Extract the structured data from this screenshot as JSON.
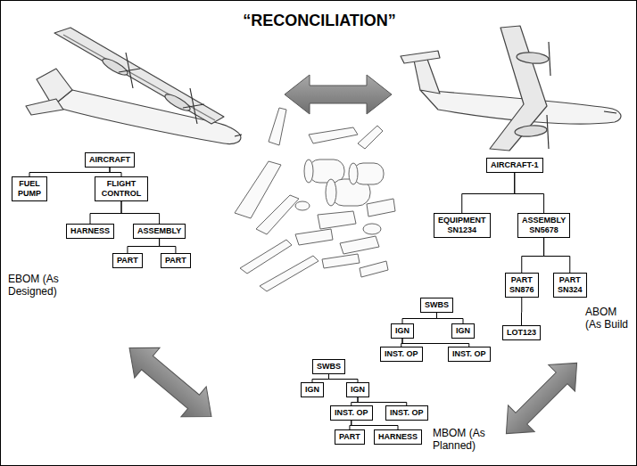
{
  "diagram": {
    "title": "“RECONCILIATION”",
    "nodes": [
      {
        "text": [
          "AIRCRAFT"
        ]
      },
      {
        "text": [
          "FUEL PUMP"
        ]
      },
      {
        "text": [
          "FLIGHT CONTROL"
        ]
      },
      {
        "text": [
          "HARNESS"
        ]
      },
      {
        "text": [
          "ASSEMBLY"
        ]
      },
      {
        "text": [
          "PART"
        ]
      },
      {
        "text": [
          "PART"
        ]
      },
      {
        "text": [
          "AIRCRAFT-1"
        ]
      },
      {
        "text": [
          "EQUIPMENT",
          "SN1234"
        ]
      },
      {
        "text": [
          "ASSEMBLY",
          "SN5678"
        ]
      },
      {
        "text": [
          "PART",
          "SN876"
        ]
      },
      {
        "text": [
          "PART",
          "SN324"
        ]
      },
      {
        "text": [
          "LOT123"
        ]
      },
      {
        "text": [
          "SWBS"
        ]
      },
      {
        "text": [
          "IGN"
        ]
      },
      {
        "text": [
          "IGN"
        ]
      },
      {
        "text": [
          "INST. OP"
        ]
      },
      {
        "text": [
          "INST. OP"
        ]
      },
      {
        "text": [
          "SWBS"
        ]
      },
      {
        "text": [
          "IGN"
        ]
      },
      {
        "text": [
          "IGN"
        ]
      },
      {
        "text": [
          "INST. OP"
        ]
      },
      {
        "text": [
          "INST. OP"
        ]
      },
      {
        "text": [
          "PART"
        ]
      },
      {
        "text": [
          "HARNESS"
        ]
      }
    ],
    "edges": [
      {
        "from": 0,
        "to": 1,
        "arrow": "none"
      },
      {
        "from": 0,
        "to": 2,
        "arrow": "none"
      },
      {
        "from": 2,
        "to": 3,
        "arrow": "none"
      },
      {
        "from": 2,
        "to": 4,
        "arrow": "none"
      },
      {
        "from": 4,
        "to": 5,
        "arrow": "none"
      },
      {
        "from": 4,
        "to": 6,
        "arrow": "none"
      },
      {
        "from": 7,
        "to": 8,
        "arrow": "none"
      },
      {
        "from": 7,
        "to": 9,
        "arrow": "none"
      },
      {
        "from": 9,
        "to": 10,
        "arrow": "none"
      },
      {
        "from": 9,
        "to": 11,
        "arrow": "none"
      },
      {
        "from": 10,
        "to": 12,
        "arrow": "none"
      },
      {
        "from": 13,
        "to": 14,
        "arrow": "none"
      },
      {
        "from": 13,
        "to": 15,
        "arrow": "none"
      },
      {
        "from": 14,
        "to": 16,
        "arrow": "none"
      },
      {
        "from": 14,
        "to": 17,
        "arrow": "none"
      },
      {
        "from": 18,
        "to": 19,
        "arrow": "none"
      },
      {
        "from": 18,
        "to": 20,
        "arrow": "none"
      },
      {
        "from": 20,
        "to": 21,
        "arrow": "none"
      },
      {
        "from": 20,
        "to": 22,
        "arrow": "none"
      },
      {
        "from": 21,
        "to": 23,
        "arrow": "none"
      },
      {
        "from": 21,
        "to": 24,
        "arrow": "none"
      }
    ],
    "labels": [
      "EBOM (As Designed)",
      "ABOM (As Build",
      "MBOM (As Planned)"
    ]
  }
}
